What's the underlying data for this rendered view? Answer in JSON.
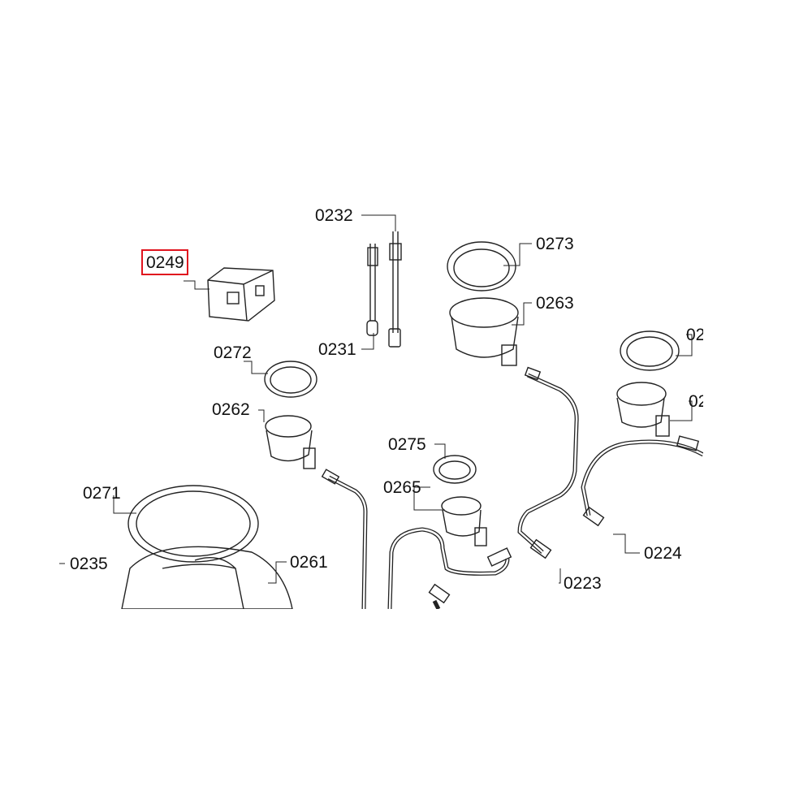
{
  "diagram": {
    "highlight_color": "#e0141e",
    "highlighted_part": "0249",
    "labels": {
      "p0232": "0232",
      "p0249": "0249",
      "p0273": "0273",
      "p0263": "0263",
      "p0231": "0231",
      "p0272": "0272",
      "p0262": "0262",
      "p0275": "0275",
      "p0265": "0265",
      "p0271": "0271",
      "p0235": "0235",
      "p0261": "0261",
      "p0224": "0224",
      "p0223": "0223",
      "p02a": "02",
      "p02b": "02"
    }
  }
}
